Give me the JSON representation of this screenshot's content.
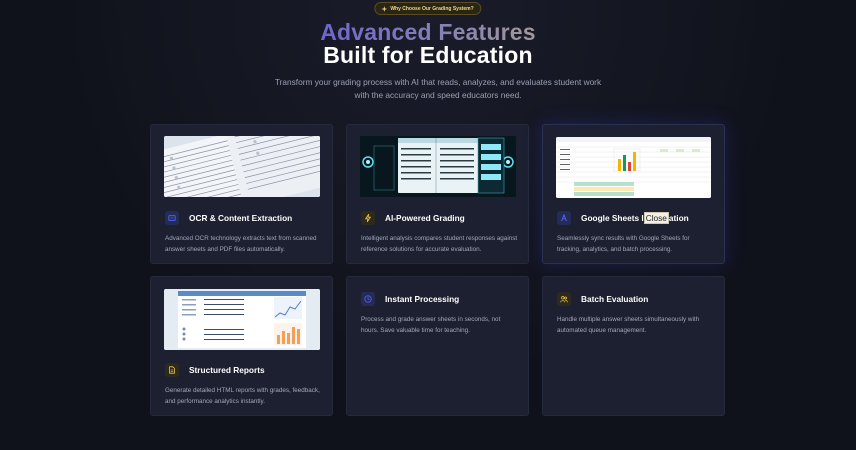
{
  "badge": {
    "label": "Why Choose Our Grading System?"
  },
  "hero": {
    "title_line1": "Advanced Features",
    "title_line2": "Built for Education",
    "subtitle": "Transform your grading process with AI that reads, analyzes, and evaluates student work with the accuracy and speed educators need."
  },
  "cards": [
    {
      "title": "OCR & Content Extraction",
      "description": "Advanced OCR technology extracts text from scanned answer sheets and PDF files automatically.",
      "icon": "scan-icon"
    },
    {
      "title": "AI-Powered Grading",
      "description": "Intelligent analysis compares student responses against reference solutions for accurate evaluation.",
      "icon": "lightning-icon"
    },
    {
      "title_pre": "Google Sheets I",
      "title_tooltip": "Close",
      "title_post": "ation",
      "description": "Seamlessly sync results with Google Sheets for tracking, analytics, and batch processing.",
      "icon": "sheets-icon"
    },
    {
      "title": "Structured Reports",
      "description": "Generate detailed HTML reports with grades, feedback, and performance analytics instantly.",
      "icon": "document-icon"
    },
    {
      "title": "Instant Processing",
      "description": "Process and grade answer sheets in seconds, not hours. Save valuable time for teaching.",
      "icon": "clock-icon"
    },
    {
      "title": "Batch Evaluation",
      "description": "Handle multiple answer sheets simultaneously with automated queue management.",
      "icon": "users-icon"
    }
  ],
  "colors": {
    "background": "#10121b",
    "card": "#1c2030",
    "accent_blue": "#4f5de8",
    "accent_gold": "#f4d36b"
  }
}
